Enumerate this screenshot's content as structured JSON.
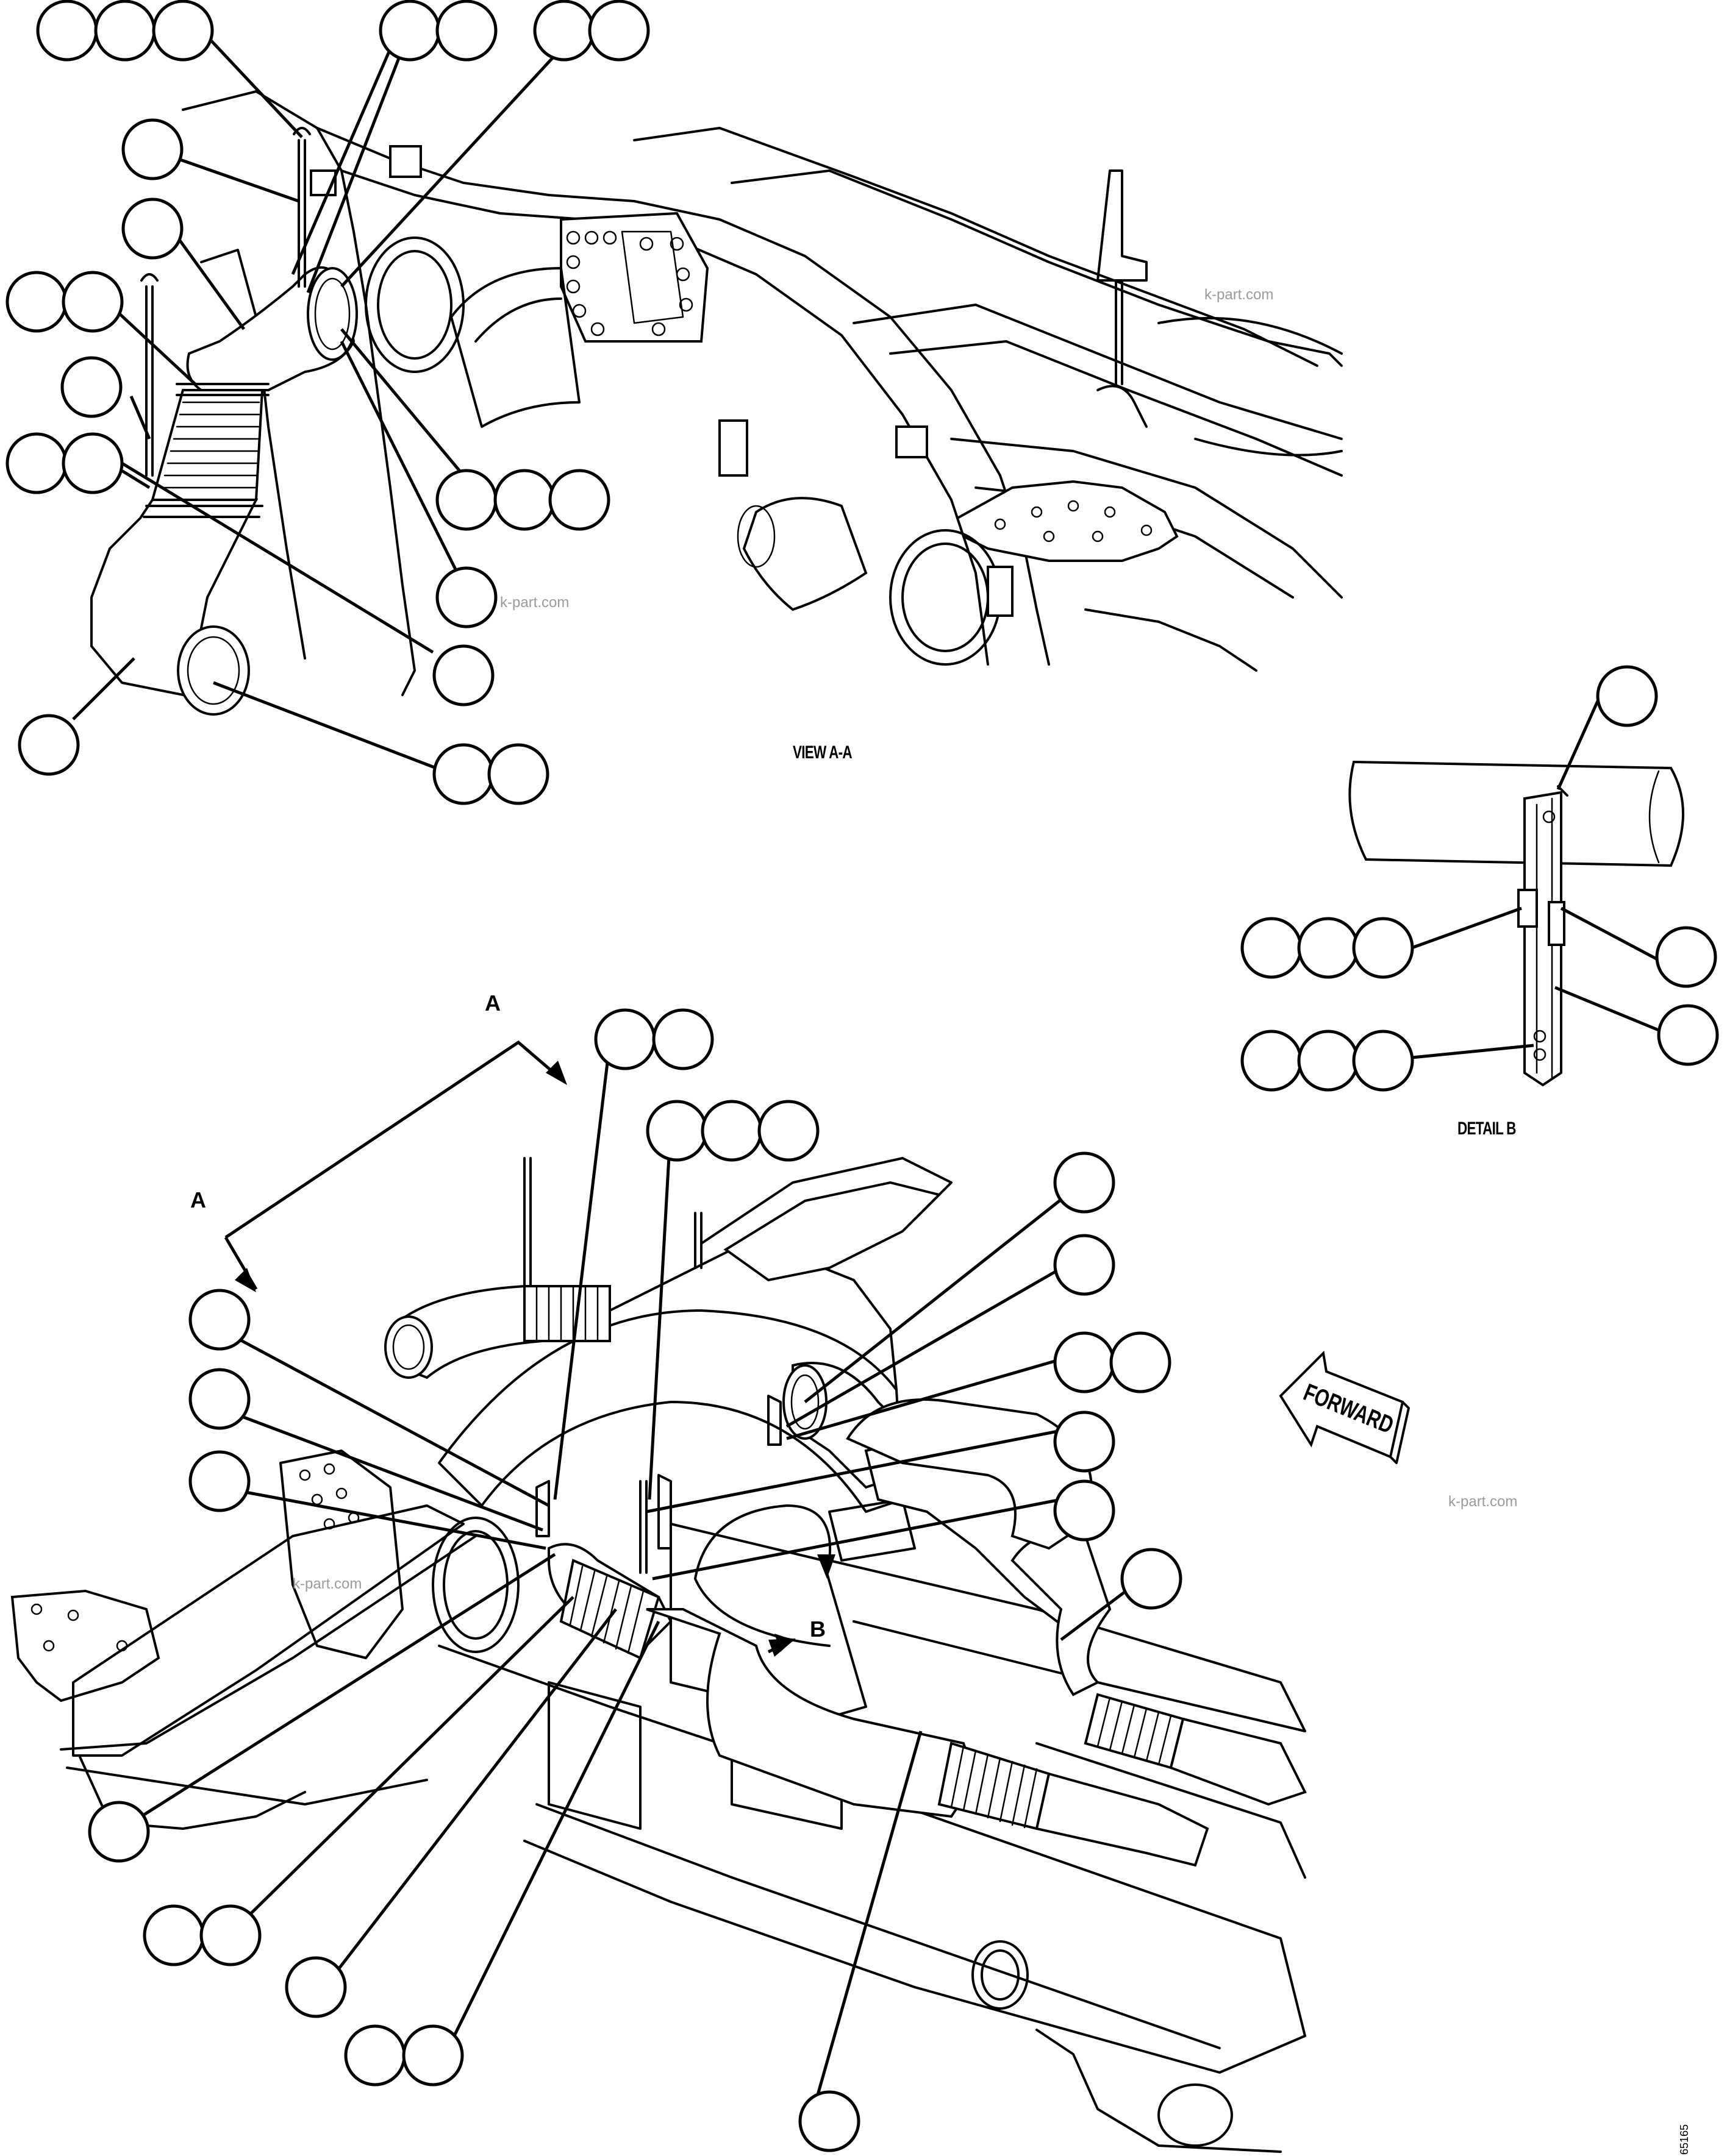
{
  "labels": {
    "view_aa": "VIEW A-A",
    "detail_b": "DETAIL B",
    "section_letter_a": "A",
    "detail_letter_b": "B",
    "forward": "FORWARD",
    "watermark": "k-part.com",
    "drawing_number": "65165"
  }
}
